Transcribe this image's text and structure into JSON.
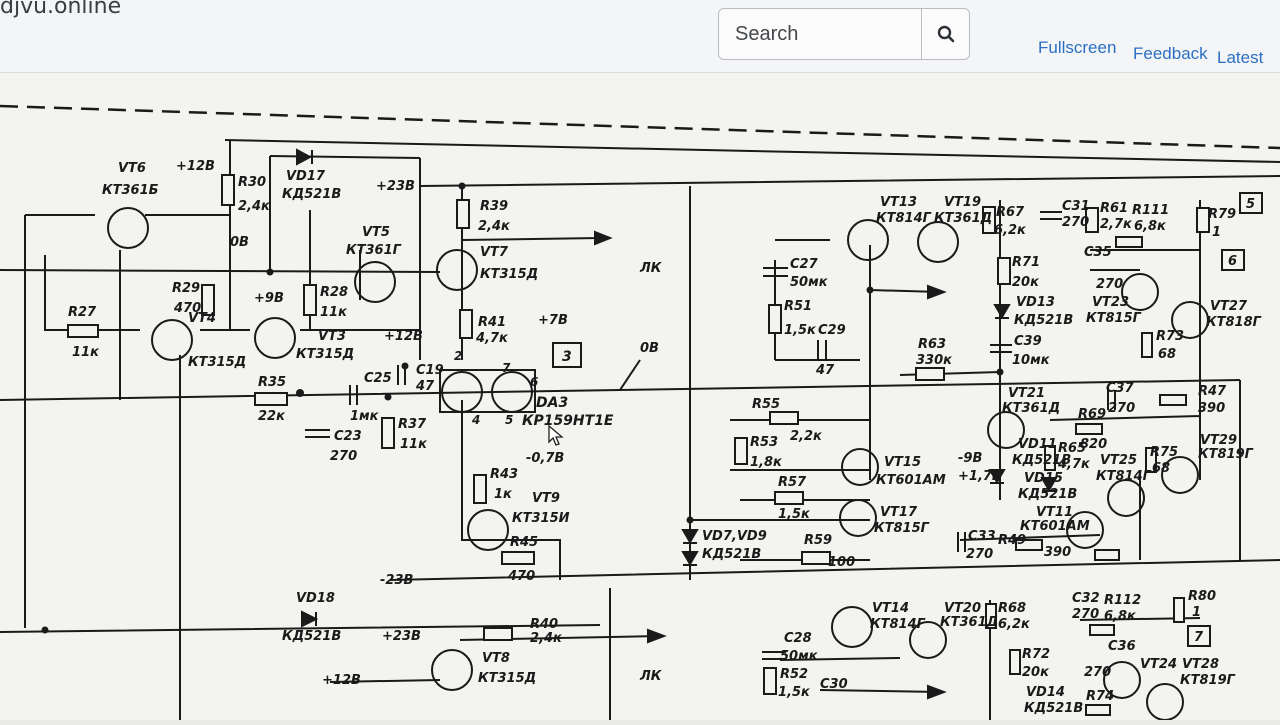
{
  "header": {
    "brand": "djvu.online",
    "search": {
      "placeholder": "Search",
      "value": "",
      "icon": "search-icon"
    },
    "nav": [
      "Fullscreen",
      "Feedback",
      "Latest"
    ]
  },
  "schematic": {
    "transistors": [
      {
        "ref": "VT6",
        "type": "КТ361Б"
      },
      {
        "ref": "VT4",
        "type": "КТ315Д"
      },
      {
        "ref": "VT3",
        "type": "КТ315Д"
      },
      {
        "ref": "VT5",
        "type": "КТ361Г"
      },
      {
        "ref": "VT7",
        "type": "КТ315Д"
      },
      {
        "ref": "VT9",
        "type": "КТ315И"
      },
      {
        "ref": "VT13",
        "type": "КТ814Г"
      },
      {
        "ref": "VT19",
        "type": "КТ361Д"
      },
      {
        "ref": "VT15",
        "type": "КТ601АМ"
      },
      {
        "ref": "VT17",
        "type": "КТ815Г"
      },
      {
        "ref": "VT21",
        "type": "КТ361Д"
      },
      {
        "ref": "VT23",
        "type": "КТ815Г"
      },
      {
        "ref": "VT27",
        "type": "КТ818Г"
      },
      {
        "ref": "VT25",
        "type": "КТ814Г"
      },
      {
        "ref": "VT29",
        "type": "КТ819Г"
      },
      {
        "ref": "VT11",
        "type": "КТ601АМ"
      },
      {
        "ref": "VT8",
        "type": "КТ315Д"
      },
      {
        "ref": "VT14",
        "type": "КТ814Г"
      },
      {
        "ref": "VT20",
        "type": "КТ361Д"
      },
      {
        "ref": "VT24",
        "type": ""
      },
      {
        "ref": "VT28",
        "type": "КТ819Г"
      }
    ],
    "resistors": [
      {
        "ref": "R30",
        "value": "2,4к"
      },
      {
        "ref": "R29",
        "value": "470"
      },
      {
        "ref": "R27",
        "value": "11к"
      },
      {
        "ref": "R28",
        "value": "11к"
      },
      {
        "ref": "R35",
        "value": "22к"
      },
      {
        "ref": "R37",
        "value": "11к"
      },
      {
        "ref": "R39",
        "value": "2,4к"
      },
      {
        "ref": "R41",
        "value": "4,7к"
      },
      {
        "ref": "R43",
        "value": "1к"
      },
      {
        "ref": "R45",
        "value": "470"
      },
      {
        "ref": "R51",
        "value": "1,5к"
      },
      {
        "ref": "R55",
        "value": "2,2к"
      },
      {
        "ref": "R53",
        "value": "1,8к"
      },
      {
        "ref": "R57",
        "value": "1,5к"
      },
      {
        "ref": "R59",
        "value": "100"
      },
      {
        "ref": "R63",
        "value": "330к"
      },
      {
        "ref": "R67",
        "value": "6,2к"
      },
      {
        "ref": "R71",
        "value": "20к"
      },
      {
        "ref": "R61",
        "value": "2,7к"
      },
      {
        "ref": "R111",
        "value": "6,8к"
      },
      {
        "ref": "R79",
        "value": "1"
      },
      {
        "ref": "R73",
        "value": "68"
      },
      {
        "ref": "R69",
        "value": "820"
      },
      {
        "ref": "R65",
        "value": "4,7к"
      },
      {
        "ref": "R75",
        "value": "68"
      },
      {
        "ref": "R47",
        "value": "390"
      },
      {
        "ref": "R49",
        "value": "390"
      },
      {
        "ref": "R40",
        "value": "2,4к"
      },
      {
        "ref": "R52",
        "value": "1,5к"
      },
      {
        "ref": "R68",
        "value": "6,2к"
      },
      {
        "ref": "R72",
        "value": "20к"
      },
      {
        "ref": "R112",
        "value": "6,8к"
      },
      {
        "ref": "R80",
        "value": "1"
      },
      {
        "ref": "R74",
        "value": ""
      }
    ],
    "capacitors": [
      {
        "ref": "C25",
        "value": "1мк"
      },
      {
        "ref": "C19",
        "value": "47"
      },
      {
        "ref": "C23",
        "value": "270"
      },
      {
        "ref": "C27",
        "value": "50мк"
      },
      {
        "ref": "C29",
        "value": "47"
      },
      {
        "ref": "C31",
        "value": "270"
      },
      {
        "ref": "C35",
        "value": "270"
      },
      {
        "ref": "C39",
        "value": "10мк"
      },
      {
        "ref": "C37",
        "value": "270"
      },
      {
        "ref": "C33",
        "value": "270"
      },
      {
        "ref": "C28",
        "value": "50мк"
      },
      {
        "ref": "C30",
        "value": ""
      },
      {
        "ref": "C32",
        "value": "270"
      },
      {
        "ref": "C36",
        "value": "270"
      }
    ],
    "diodes": [
      {
        "ref": "VD17",
        "type": "КД521В"
      },
      {
        "ref": "VD13",
        "type": "КД521В"
      },
      {
        "ref": "VD7,VD9",
        "type": "КД521В"
      },
      {
        "ref": "VD11",
        "type": "КД521В"
      },
      {
        "ref": "VD15",
        "type": "КД521В"
      },
      {
        "ref": "VD18",
        "type": "КД521В"
      },
      {
        "ref": "VD14",
        "type": "КД521В"
      }
    ],
    "ic": {
      "ref": "DA3",
      "type": "КР159НТ1Е",
      "pins": [
        "2",
        "7",
        "6",
        "4",
        "5",
        "3"
      ]
    },
    "rails": [
      "+12В",
      "+23В",
      "-23В",
      "0В",
      "+9В",
      "+7В",
      "-0,7В",
      "-9В",
      "+1,7В"
    ],
    "labels": [
      "ЛК",
      "3",
      "5",
      "6",
      "7"
    ],
    "rail_defs": {
      "p12": "+12В",
      "p23": "+23В",
      "m23": "-23В",
      "gnd": "0В",
      "p9": "+9В",
      "p7": "+7В",
      "m07": "-0,7В",
      "m9": "-9В",
      "p17": "+1,7В"
    }
  }
}
